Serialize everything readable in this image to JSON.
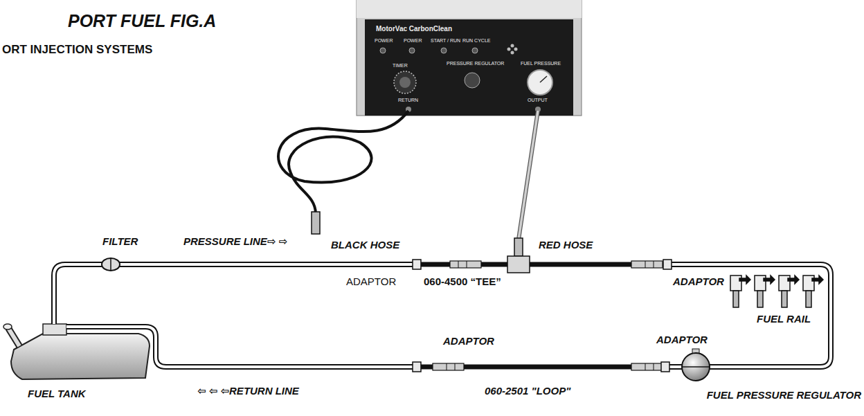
{
  "diagram": {
    "title": "PORT FUEL FIG.A",
    "labels": [
      "ORT INJECTION SYSTEMS",
      "MotorVac CarbonClean",
      "POWER",
      "POWER",
      "START / RUN",
      "RUN CYCLE",
      "TIMER",
      "PRESSURE REGULATOR",
      "FUEL PRESSURE",
      "RETURN",
      "OUTPUT",
      "BLACK HOSE",
      "RED HOSE",
      "FILTER",
      "PRESSURE LINE⇨ ⇨",
      "ADAPTOR",
      "060-4500 “TEE”",
      "ADAPTOR",
      "FUEL RAIL",
      "ADAPTOR",
      "ADAPTOR",
      "FUEL TANK",
      "⇦ ⇦ ⇦RETURN LINE",
      "060-2501 \"LOOP\"",
      "FUEL PRESSURE REGULATOR"
    ]
  }
}
